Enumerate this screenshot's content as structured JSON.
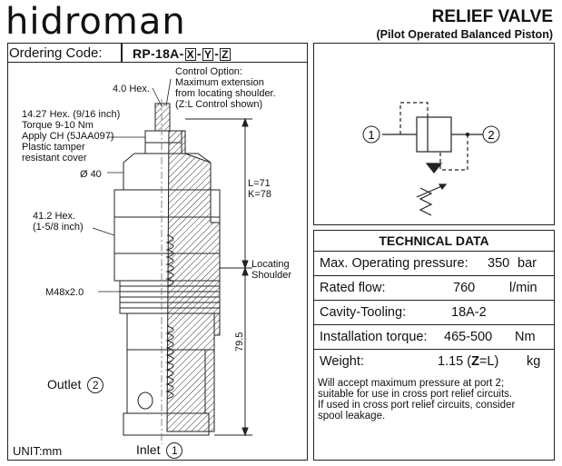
{
  "brand": {
    "logo_text": "hidroman"
  },
  "header": {
    "title": "RELIEF VALVE",
    "subtitle": "(Pilot Operated Balanced Piston)"
  },
  "ordering": {
    "label": "Ordering Code:",
    "prefix": "RP-18A-",
    "box1": "X",
    "sep1": "-",
    "box2": "Y",
    "sep2": "-",
    "box3": "Z"
  },
  "drawing": {
    "control_option": [
      "Control Option:",
      "Maximum extension",
      "from locating shoulder.",
      "(Z:L Control shown)"
    ],
    "hex_small": "4.0 Hex.",
    "hex_cap": [
      "14.27 Hex. (9/16 inch)",
      "Torque 9-10 Nm",
      "Apply CH (5JAA097)",
      "Plastic tamper",
      "resistant cover"
    ],
    "diameter": "40",
    "hex_body": [
      "41.2 Hex.",
      "(1-5/8 inch)"
    ],
    "thread": "M48x2.0",
    "length_l": "L=71",
    "length_k": "K=78",
    "locating": [
      "Locating",
      "Shoulder"
    ],
    "overall": "79.5",
    "outlet_label": "Outlet",
    "outlet_port": "2",
    "inlet_label": "Inlet",
    "inlet_port": "1",
    "unit": "UNIT:mm"
  },
  "symbol": {
    "port1": "1",
    "port2": "2"
  },
  "technical": {
    "heading": "TECHNICAL DATA",
    "rows": [
      {
        "label": "Max. Operating pressure:",
        "value": "350",
        "unit": "bar"
      },
      {
        "label": "Rated flow:",
        "value": "760",
        "unit": "l/min"
      },
      {
        "label": "Cavity-Tooling:",
        "value": "18A-2",
        "unit": ""
      },
      {
        "label": "Installation torque:",
        "value": "465-500",
        "unit": "Nm"
      },
      {
        "label": "Weight:",
        "value_prefix": "1.15 (",
        "value_bold": "Z",
        "value_suffix": "=L)",
        "unit": "kg"
      }
    ],
    "note": [
      "Will accept maximum pressure at port 2;",
      "suitable for use in cross port relief circuits.",
      "If used in cross port relief circuits, consider",
      "spool leakage."
    ]
  }
}
